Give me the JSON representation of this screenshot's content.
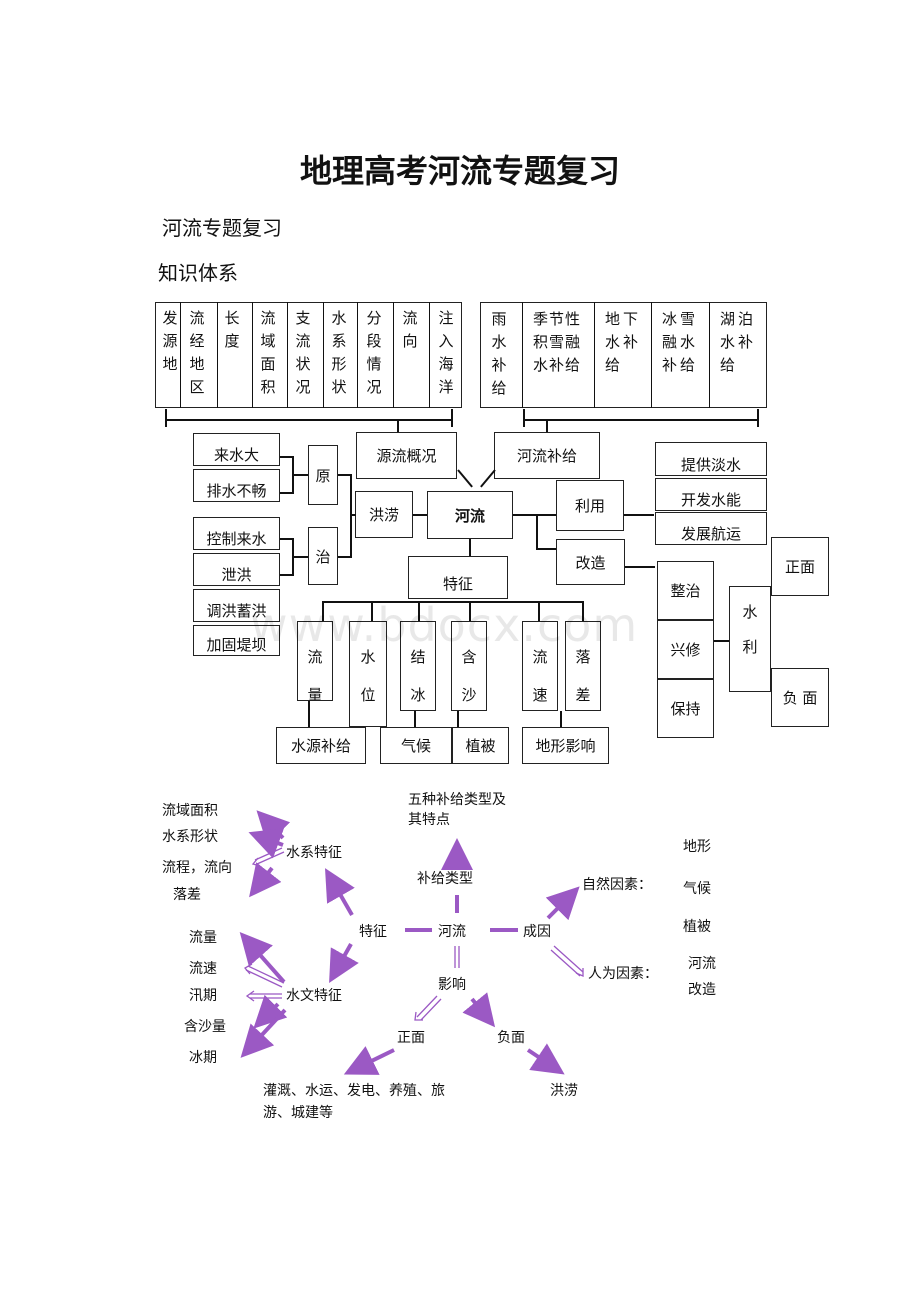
{
  "title": "地理高考河流专题复习",
  "subtitle": "河流专题复习",
  "section": "知识体系",
  "watermark": "www.bdocx.com",
  "chart1": {
    "overview_cols": [
      "发源地",
      "流经地区",
      "长度",
      "流域面积",
      "支流状况",
      "水系形状",
      "分段情况",
      "流向",
      "注入海洋"
    ],
    "supply_cols": [
      "雨水补给",
      "季节性积雪融水补给",
      "地下水补给",
      "冰雪融水补给",
      "湖泊水补给"
    ],
    "yuanliu": "源流概况",
    "buji": "河流补给",
    "center": "河流",
    "hongliao": "洪涝",
    "yuan": "原",
    "zhi": "治",
    "cause1": "来水大",
    "cause2": "排水不畅",
    "cure": [
      "控制来水",
      "泄洪",
      "调洪蓄洪",
      "加固堤坝"
    ],
    "liyong": "利用",
    "use": [
      "提供淡水",
      "开发水能",
      "发展航运"
    ],
    "gaizao": "改造",
    "gz": [
      "整治",
      "兴修",
      "保持"
    ],
    "shuili": "水利",
    "zhengmian": "正面",
    "fumian": "负 面",
    "tezheng": "特征",
    "features": [
      "流量",
      "水位",
      "结冰",
      "含沙",
      "流速",
      "落差"
    ],
    "factors": [
      "水源补给",
      "气候",
      "植被",
      "地形影响"
    ]
  },
  "chart2": {
    "center": "河流",
    "tezheng": "特征",
    "buji": "补给类型",
    "buji_desc": [
      "五种补给类型及",
      "其特点"
    ],
    "chengyin": "成因",
    "yingxiang": "影响",
    "shuixi": "水系特征",
    "shuixi_items": [
      "流域面积",
      "水系形状",
      "流程，流向",
      "落差"
    ],
    "shuiwen": "水文特征",
    "shuiwen_items": [
      "流量",
      "流速",
      "汛期",
      "含沙量",
      "冰期"
    ],
    "ziran": "自然因素：",
    "ziran_items": [
      "地形",
      "气候",
      "植被"
    ],
    "renwei": "人为因素：",
    "renwei_items": [
      "河流",
      "改造"
    ],
    "zhengmian": "正面",
    "fumian": "负面",
    "zheng_desc": [
      "灌溉、水运、发电、养殖、旅",
      "游、城建等"
    ],
    "fu_desc": "洪涝",
    "arrow_color": "#9b59c4"
  }
}
